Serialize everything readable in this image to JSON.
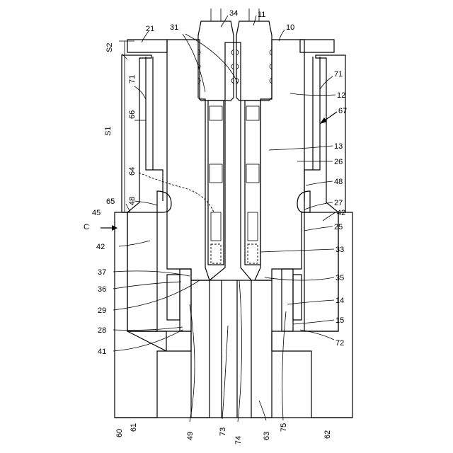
{
  "figure": {
    "labels": {
      "l34": "34",
      "l11": "11",
      "l31": "31",
      "l21": "21",
      "l10": "10",
      "s2": "S2",
      "l71a": "71",
      "l71b": "71",
      "l66": "66",
      "s1": "S1",
      "l12": "12",
      "l67": "67",
      "l13": "13",
      "l26": "26",
      "l64": "64",
      "l48a": "48",
      "l48b": "48",
      "l65": "65",
      "l45": "45",
      "l27": "27",
      "l42a": "42",
      "l42b": "42",
      "c": "C",
      "l25": "25",
      "l33": "33",
      "l37": "37",
      "l36": "36",
      "l35": "35",
      "l29": "29",
      "l14": "14",
      "l15": "15",
      "l28": "28",
      "l72": "72",
      "l41": "41",
      "l60": "60",
      "l61": "61",
      "l49": "49",
      "l73": "73",
      "l74": "74",
      "l63": "63",
      "l75": "75",
      "l62": "62"
    }
  }
}
